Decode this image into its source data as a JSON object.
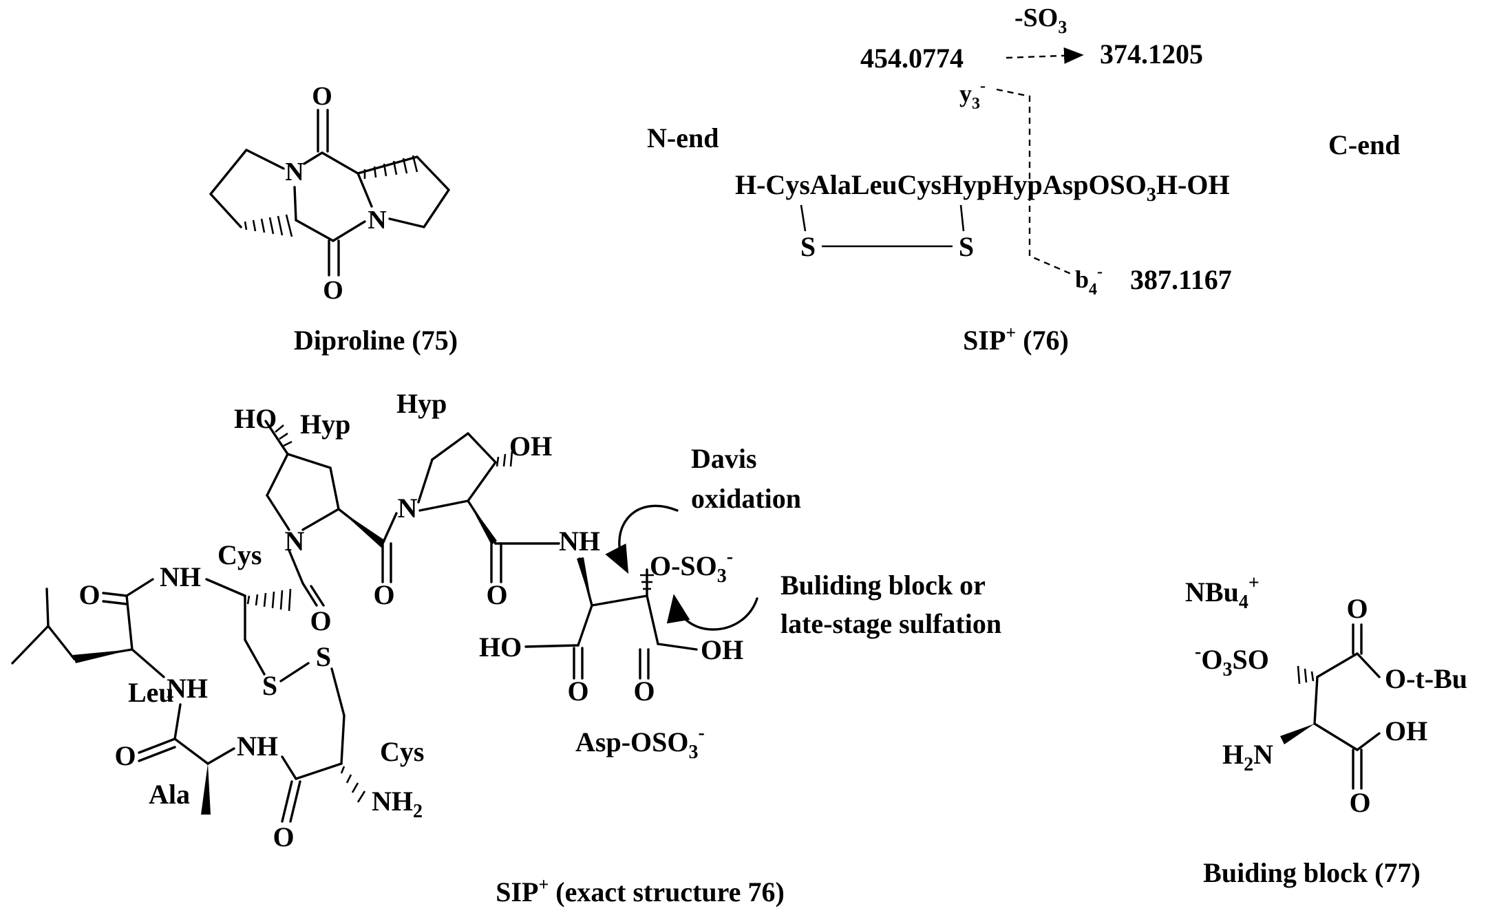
{
  "diproline": {
    "label": "Diproline (75)",
    "atoms": {
      "o_top": "O",
      "o_bottom": "O",
      "n_left": "N",
      "n_right": "N"
    }
  },
  "sip_scheme": {
    "label_main": "SIP",
    "label_sup": "+",
    "label_tail": " (76)",
    "n_end": "N-end",
    "c_end": "C-end",
    "sequence_main": "H-CysAlaLeuCysHypHypAspOSO",
    "sequence_sub": "3",
    "sequence_tail": "H-OH",
    "s_left": "S",
    "s_right": "S",
    "so3_loss_main": "-SO",
    "so3_loss_sub": "3",
    "parent_mass": "454.0774",
    "loss_mass": "374.1205",
    "y3_base": "y",
    "y3_sub": "3",
    "y3_sup": "-",
    "b4_base": "b",
    "b4_sub": "4",
    "b4_sup": "-",
    "b4_mass": "387.1167"
  },
  "sip_structure": {
    "label_main": "SIP",
    "label_sup": "+",
    "label_tail": " (exact structure 76)",
    "residues": {
      "hyp1": "Hyp",
      "hyp2": "Hyp",
      "cys1": "Cys",
      "cys2": "Cys",
      "leu": "Leu",
      "ala": "Ala",
      "asp_main": "Asp-OSO",
      "asp_sub": "3",
      "asp_sup": "-"
    },
    "atoms": {
      "ho": "HO",
      "oh_ring": "OH",
      "nh_amide": "NH",
      "nh_cys": "NH",
      "nh_leu": "NH",
      "nh_ala": "NH",
      "o": "O",
      "n": "N",
      "s": "S",
      "ho_acid": "HO",
      "oh_acid": "OH",
      "o_so3_main": "O-SO",
      "o_so3_sub": "3",
      "o_so3_sup": "-",
      "nh2_main": "NH",
      "nh2_sub": "2"
    },
    "davis_line1": "Davis",
    "davis_line2": "oxidation",
    "building_line1": "Buliding block or",
    "building_line2": "late-stage sulfation"
  },
  "building_block": {
    "label": "Buiding block (77)",
    "counterion_main": "NBu",
    "counterion_sub": "4",
    "counterion_sup": "+",
    "sulfate_sup": "-",
    "sulfate_main": "O",
    "sulfate_sub": "3",
    "sulfate_tail": "SO",
    "ester": "O-t-Bu",
    "oh": "OH",
    "amine_main": "H",
    "amine_sub": "2",
    "amine_tail": "N",
    "o_top": "O",
    "o_bottom": "O"
  }
}
